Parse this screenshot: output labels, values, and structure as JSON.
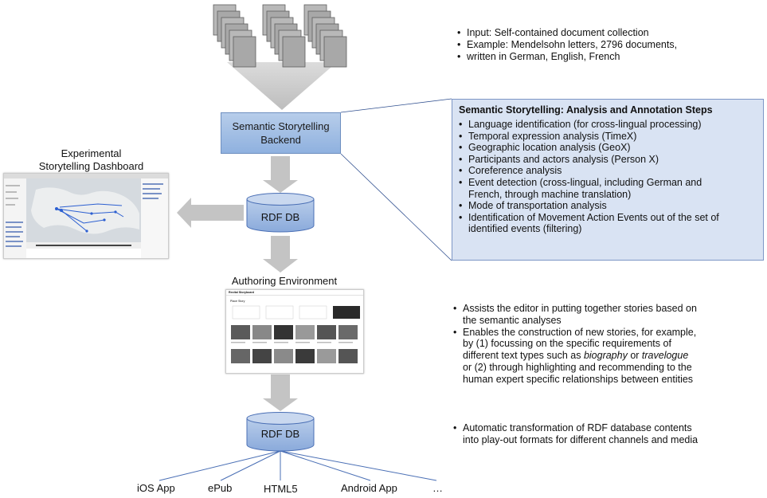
{
  "input_notes": [
    "Input: Self-contained document collection",
    "Example: Mendelsohn letters, 2796 documents,",
    "written in German, English, French"
  ],
  "backend": {
    "line1": "Semantic Storytelling",
    "line2": "Backend"
  },
  "steps": {
    "title": "Semantic Storytelling: Analysis and Annotation Steps",
    "items": [
      "Language identification (for cross-lingual processing)",
      "Temporal expression analysis (TimeX)",
      "Geographic location analysis (GeoX)",
      "Participants and actors analysis (Person X)",
      "Coreference analysis",
      "Event detection (cross-lingual, including German and",
      "French, through machine translation)",
      "Mode of transportation analysis",
      "Identification of Movement Action Events out of the set of",
      "identified events (filtering)"
    ]
  },
  "dashboard": {
    "line1": "Experimental",
    "line2": "Storytelling Dashboard"
  },
  "rdf_db_1": "RDF DB",
  "rdf_db_2": "RDF DB",
  "authoring": {
    "label": "Authoring Environment",
    "screen_title": "Recital Storyboard",
    "screen_menu": "Place Story"
  },
  "authoring_notes": {
    "b1_l1": "Assists the editor in putting together stories based on",
    "b1_l2": "the semantic analyses",
    "b2_l1": "Enables the construction of new stories, for example,",
    "b2_l2": "by (1) focussing on the specific requirements of",
    "b2_l3a": "different text types such as ",
    "b2_l3b": "biography",
    "b2_l3c": " or ",
    "b2_l3d": "travelogue",
    "b2_l4": "or (2) through highlighting and recommending to the",
    "b2_l5": "human expert specific relationships between entities"
  },
  "output_notes": [
    "Automatic transformation of RDF database contents",
    "into play-out formats for different channels and media"
  ],
  "channels": [
    "iOS App",
    "ePub",
    "HTML5",
    "Android App",
    "…"
  ],
  "colors": {
    "box_fill": "#a4bfe5",
    "box_border": "#6e8fc0",
    "steps_fill": "#d9e3f3",
    "arrow_gray": "#c4c4c4",
    "line_blue": "#4a6fb5"
  }
}
